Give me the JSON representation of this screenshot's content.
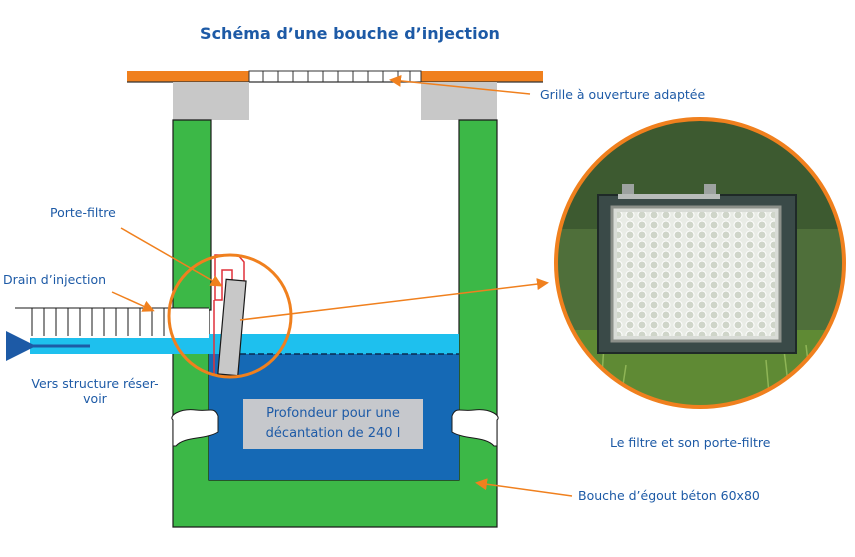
{
  "title": "Schéma d’une bouche d’injection",
  "labels": {
    "grille": "Grille à ouverture adaptée",
    "porte_filtre": "Porte-filtre",
    "drain": "Drain d’injection",
    "vers_line1": "Vers structure réser-",
    "vers_line2": "voir",
    "depth_line1": "Profondeur pour une",
    "depth_line2": "décantation de 240 l",
    "filter_caption": "Le filtre et son porte-filtre",
    "bouche": "Bouche d’égout béton 60x80"
  },
  "colors": {
    "concrete_green": "#3cb847",
    "water_light": "#1ec0ee",
    "water_dark": "#1569b5",
    "grate_orange": "#f0801e",
    "slab_gray": "#c8c8c8",
    "label_blue": "#1d5aa6",
    "arrow_orange": "#f0801e"
  }
}
